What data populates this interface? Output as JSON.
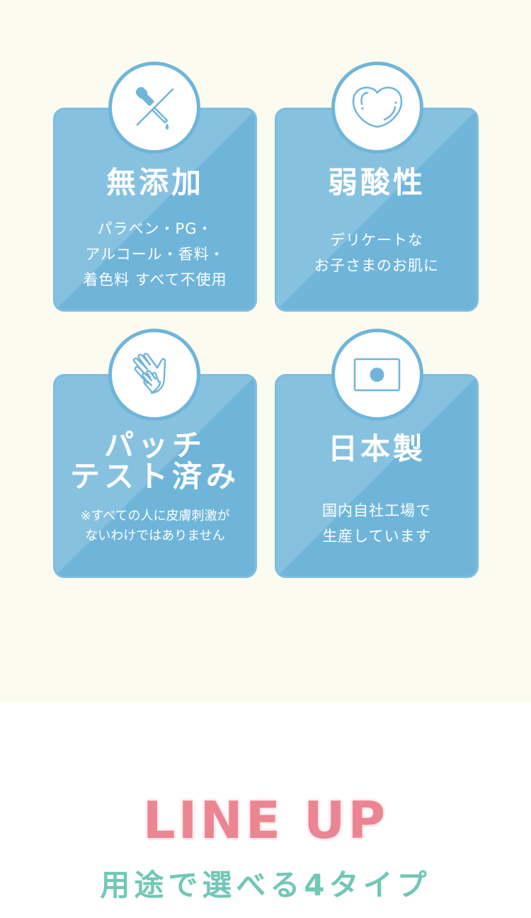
{
  "features": [
    {
      "icon": "no-dropper-icon",
      "title": "無添加",
      "lines": [
        "パラベン・PG・",
        "アルコール・香料・",
        "着色料 すべて不使用"
      ]
    },
    {
      "icon": "heart-icon",
      "title": "弱酸性",
      "lines": [
        "デリケートな",
        "お子さまのお肌に"
      ]
    },
    {
      "icon": "hands-icon",
      "title_lines": [
        "パッチ",
        "テスト済み"
      ],
      "lines": [
        "※すべての人に皮膚刺激が",
        "ないわけではありません"
      ]
    },
    {
      "icon": "japan-flag-icon",
      "title": "日本製",
      "lines": [
        "国内自社工場で",
        "生産しています"
      ]
    }
  ],
  "lineup": {
    "title": "LINE UP",
    "subtitle": "用途で選べる4タイプ"
  },
  "colors": {
    "background_top": "#fcfbef",
    "background_bottom": "#ffffff",
    "card": "#6fb5da",
    "lineup_title": "#ec8592",
    "lineup_subtitle": "#72c7b7"
  }
}
